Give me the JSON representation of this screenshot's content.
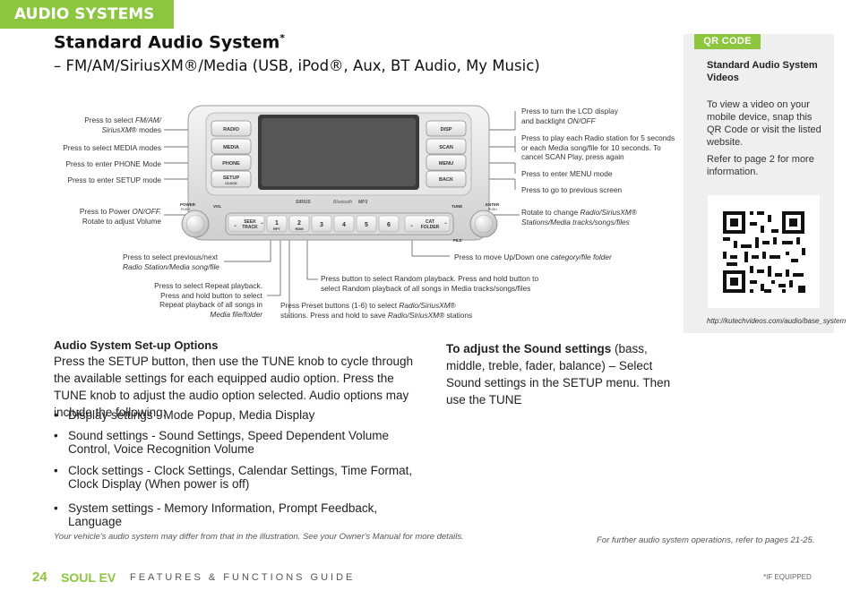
{
  "section_tab": "AUDIO SYSTEMS",
  "title": "Standard Audio System",
  "title_mark": "*",
  "subtitle": "– FM/AM/SiriusXM®/Media (USB, iPod®, Aux, BT Audio, My Music)",
  "qr": {
    "tab": "QR CODE",
    "heading": "Standard Audio System Videos",
    "text": "To view a video on your mobile device, snap this QR Code or visit the listed website.",
    "text2": "Refer to page 2 for more information.",
    "url": "http://kutechvideos.com/audio/base_system"
  },
  "head_unit": {
    "left_buttons": [
      "RADIO",
      "MEDIA",
      "PHONE",
      "SETUP"
    ],
    "setup_sub": "CLOCK",
    "right_buttons": [
      "DISP",
      "SCAN",
      "MENU",
      "BACK"
    ],
    "power_label": "POWER",
    "power_sub": "PUSH",
    "vol_label": "VOL",
    "tune_label": "TUNE",
    "enter_label": "ENTER",
    "enter_sub": "PUSH",
    "file_label": "FILE",
    "logos": [
      "SIRIUS",
      "Bluetooth",
      "MP3"
    ],
    "seek_label": "SEEK",
    "track_label": "TRACK",
    "presets": [
      "1",
      "2",
      "3",
      "4",
      "5",
      "6"
    ],
    "rpt_label": "RPT",
    "rdm_label": "RDM",
    "cat_label": "CAT",
    "folder_label": "FOLDER"
  },
  "callouts": {
    "select_fm_a": "Press to select ",
    "select_fm_b": "FM/AM/",
    "select_fm_c": "SiriusXM",
    "select_fm_d": "® modes",
    "select_media": "Press to select MEDIA modes",
    "enter_phone": "Press to enter PHONE Mode",
    "enter_setup": "Press to enter SETUP mode",
    "power_a": "Press to Power ",
    "power_b": "ON/OFF.",
    "power_c": "Rotate to adjust Volume",
    "prevnext_a": "Press to select previous/next",
    "prevnext_b": "Radio Station/Media song/file",
    "repeat_a": "Press to select Repeat playback.",
    "repeat_b": "Press and hold button to select",
    "repeat_c": "Repeat playback of all songs in",
    "repeat_d": "Media file/folder",
    "preset_a": "Press Preset buttons (1-6) to select ",
    "preset_b": "Radio/SiriusXM",
    "preset_c": "®",
    "preset_d": "stations. Press and hold to save ",
    "preset_e": "Radio/SiriusXM®",
    "preset_f": " stations",
    "random_a": "Press button to select Random playback. Press and hold button to",
    "random_b": "select Random playback of all songs in Media tracks/songs/files",
    "updown_a": "Press to move Up/Down one ",
    "updown_b": "category/file folder",
    "tune_a": "Rotate to change ",
    "tune_b": "Radio/SiriusXM®",
    "tune_c": "Stations/Media tracks/songs/files",
    "lcd_a": "Press to turn the LCD display",
    "lcd_b": "and backlight ",
    "lcd_c": "ON/OFF",
    "scan_a": "Press to play each Radio station for 5 seconds",
    "scan_b": "or each Media song/file for 10 seconds. To",
    "scan_c": "cancel SCAN Play, press again",
    "menu": "Press to enter MENU mode",
    "back": "Press to go to previous screen"
  },
  "setup_heading": "Audio System Set-up Options",
  "setup_body": "Press the SETUP button, then use the TUNE knob to cycle through the available settings for each equipped audio option. Press the TUNE knob to adjust the audio option selected. Audio options may include the following:",
  "bullets": [
    "Display settings - Mode Popup, Media Display",
    "Sound settings - Sound Settings, Speed Dependent Volume Control, Voice Recognition Volume",
    "Clock settings - Clock Settings, Calendar Settings, Time Format, Clock Display (When power is off)",
    "System settings - Memory Information, Prompt Feedback, Language"
  ],
  "sound_bold": "To adjust the Sound settings",
  "sound_rest": " (bass, middle, treble, fader, balance) – Select Sound settings in the SETUP menu. Then use the TUNE",
  "footnote_left": "Your vehicle's audio system may differ from that in the illustration. See your Owner's Manual for more details.",
  "footnote_right": "For further audio system operations, refer to pages 21-25.",
  "footer": {
    "page_number": "24",
    "model": "SOUL EV",
    "guide": "FEATURES & FUNCTIONS GUIDE",
    "if_equipped": "*IF EQUIPPED"
  },
  "colors": {
    "accent": "#8cc63f"
  }
}
